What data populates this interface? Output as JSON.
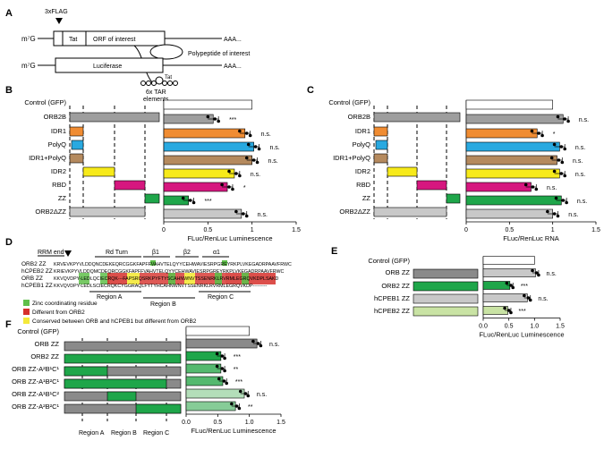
{
  "panel_letters": [
    "A",
    "B",
    "C",
    "D",
    "E",
    "F"
  ],
  "colors": {
    "white": "#ffffff",
    "grey": "#9e9e9e",
    "darkgrey": "#8a8a8a",
    "lightgrey": "#c8c8c8",
    "orange": "#f08c32",
    "blue": "#29a9e0",
    "brown": "#b58a5e",
    "yellow": "#f7ea1a",
    "magenta": "#d6177f",
    "green": "#1fa64a",
    "green2": "#55b96f",
    "green3": "#86cc97",
    "green4": "#b3deb9",
    "palegreen": "#c9e3a4",
    "zinc": "#5fbf4a",
    "diff": "#d6302b",
    "conserved": "#f4e93a"
  },
  "panel_a": {
    "cap": "m⁷G",
    "flag": "3xFLAG",
    "tat": "Tat",
    "orf": "ORF of interest",
    "polyA": "AAA...",
    "polypeptide": "Polypeptide of interest",
    "tat_small": "Tat",
    "luciferase": "Luciferase",
    "tar_line1": "6x TAR",
    "tar_line2": "elements"
  },
  "constructs": [
    "Control (GFP)",
    "ORB2B",
    "IDR1",
    "PolyQ",
    "IDR1+PolyQ",
    "IDR2",
    "RBD",
    "ZZ",
    "ORB2ΔZZ"
  ],
  "chart_data": [
    {
      "panel": "B",
      "type": "bar",
      "xlabel": "FLuc/RenLuc Luminescence",
      "xlim": [
        0,
        1.5
      ],
      "xticks": [
        0,
        0.5,
        1,
        1.5
      ],
      "categories": [
        "Control (GFP)",
        "ORB2B",
        "IDR1",
        "PolyQ",
        "IDR1+PolyQ",
        "IDR2",
        "RBD",
        "ZZ",
        "ORB2ΔZZ"
      ],
      "values": [
        1.0,
        0.56,
        0.92,
        1.02,
        1.0,
        0.8,
        0.72,
        0.28,
        0.88
      ],
      "significance": [
        "",
        "***",
        "n.s.",
        "n.s.",
        "n.s.",
        "n.s.",
        "*",
        "***",
        "n.s."
      ]
    },
    {
      "panel": "C",
      "type": "bar",
      "xlabel": "FLuc/RenLuc RNA",
      "xlim": [
        0,
        1.5
      ],
      "xticks": [
        0,
        0.5,
        1,
        1.5
      ],
      "categories": [
        "Control (GFP)",
        "ORB2B",
        "IDR1",
        "PolyQ",
        "IDR1+PolyQ",
        "IDR2",
        "RBD",
        "ZZ",
        "ORB2ΔZZ"
      ],
      "values": [
        1.0,
        1.12,
        0.82,
        1.08,
        1.05,
        1.08,
        0.75,
        1.1,
        1.0
      ],
      "significance": [
        "",
        "n.s.",
        "*",
        "n.s.",
        "n.s.",
        "n.s.",
        "n.s.",
        "n.s.",
        "n.s."
      ]
    },
    {
      "panel": "E",
      "type": "bar",
      "xlabel": "FLuc/RenLuc Luminescence",
      "xlim": [
        0,
        1.5
      ],
      "xticks": [
        0.0,
        0.5,
        1.0,
        1.5
      ],
      "categories": [
        "Control (GFP)",
        "ORB ZZ",
        "ORB2 ZZ",
        "hCPEB1 ZZ",
        "hCPEB2 ZZ"
      ],
      "values": [
        1.0,
        1.02,
        0.52,
        0.86,
        0.48
      ],
      "significance": [
        "",
        "n.s.",
        "***",
        "n.s.",
        "***"
      ]
    },
    {
      "panel": "F",
      "type": "bar",
      "xlabel": "FLuc/RenLuc Luminescence",
      "xlim": [
        0,
        1.5
      ],
      "xticks": [
        0.0,
        0.5,
        1.0,
        1.5
      ],
      "categories": [
        "Control (GFP)",
        "ORB ZZ",
        "ORB2 ZZ",
        "ORB ZZ-A²B¹C¹",
        "ORB ZZ-A¹B²C¹",
        "ORB ZZ-A¹B¹C²",
        "ORB ZZ-A²B²C¹"
      ],
      "values": [
        1.0,
        1.12,
        0.55,
        0.55,
        0.58,
        0.92,
        0.78
      ],
      "significance": [
        "",
        "n.s.",
        "***",
        "**",
        "***",
        "n.s.",
        "**"
      ]
    }
  ],
  "panel_d": {
    "rrm_end": "RRM end",
    "labels": [
      "Rd Turn",
      "β1",
      "β2",
      "α1"
    ],
    "rows": [
      {
        "name": "ORB2 ZZ",
        "seq": "KRVEVKPYVLDDQNCDEKEQRCGGKFAPFFVAHVTELQYYCEHWAVIESRPGREYRKPLVKEGADRPAAVFRWC"
      },
      {
        "name": "hCPEB2 ZZ",
        "seq": "KRIEVKPYVLDDQMCDEQRCGGKFAPFFVAHVTELQYYCEHWAVIESRPGREYRKPLVKEGADRPAAVFRWC"
      },
      {
        "name": "ORB ZZ",
        "seq": "KKVQVDPY-LEDLQCIECRQK---FAPSRQSRKPYFTYSCAHNWNVTSSENRKLRVRMLEGRQVKDPLSAKD"
      },
      {
        "name": "hCPEB1 ZZ",
        "seq": "KKVQVDPY-LEDLSCIECRQKCYGGRAQLFYTYHCAHNWNVTSSENRKLRVRMLEGRQVKDP---------"
      }
    ],
    "regions": [
      "Region A",
      "Region B",
      "Region C"
    ],
    "legend": [
      "Zinc coordinating residue",
      "Different from ORB2",
      "Conserved between ORB and hCPEB1 but different from ORB2"
    ]
  },
  "panel_f_regions": [
    "Region A",
    "Region B",
    "Region C"
  ]
}
